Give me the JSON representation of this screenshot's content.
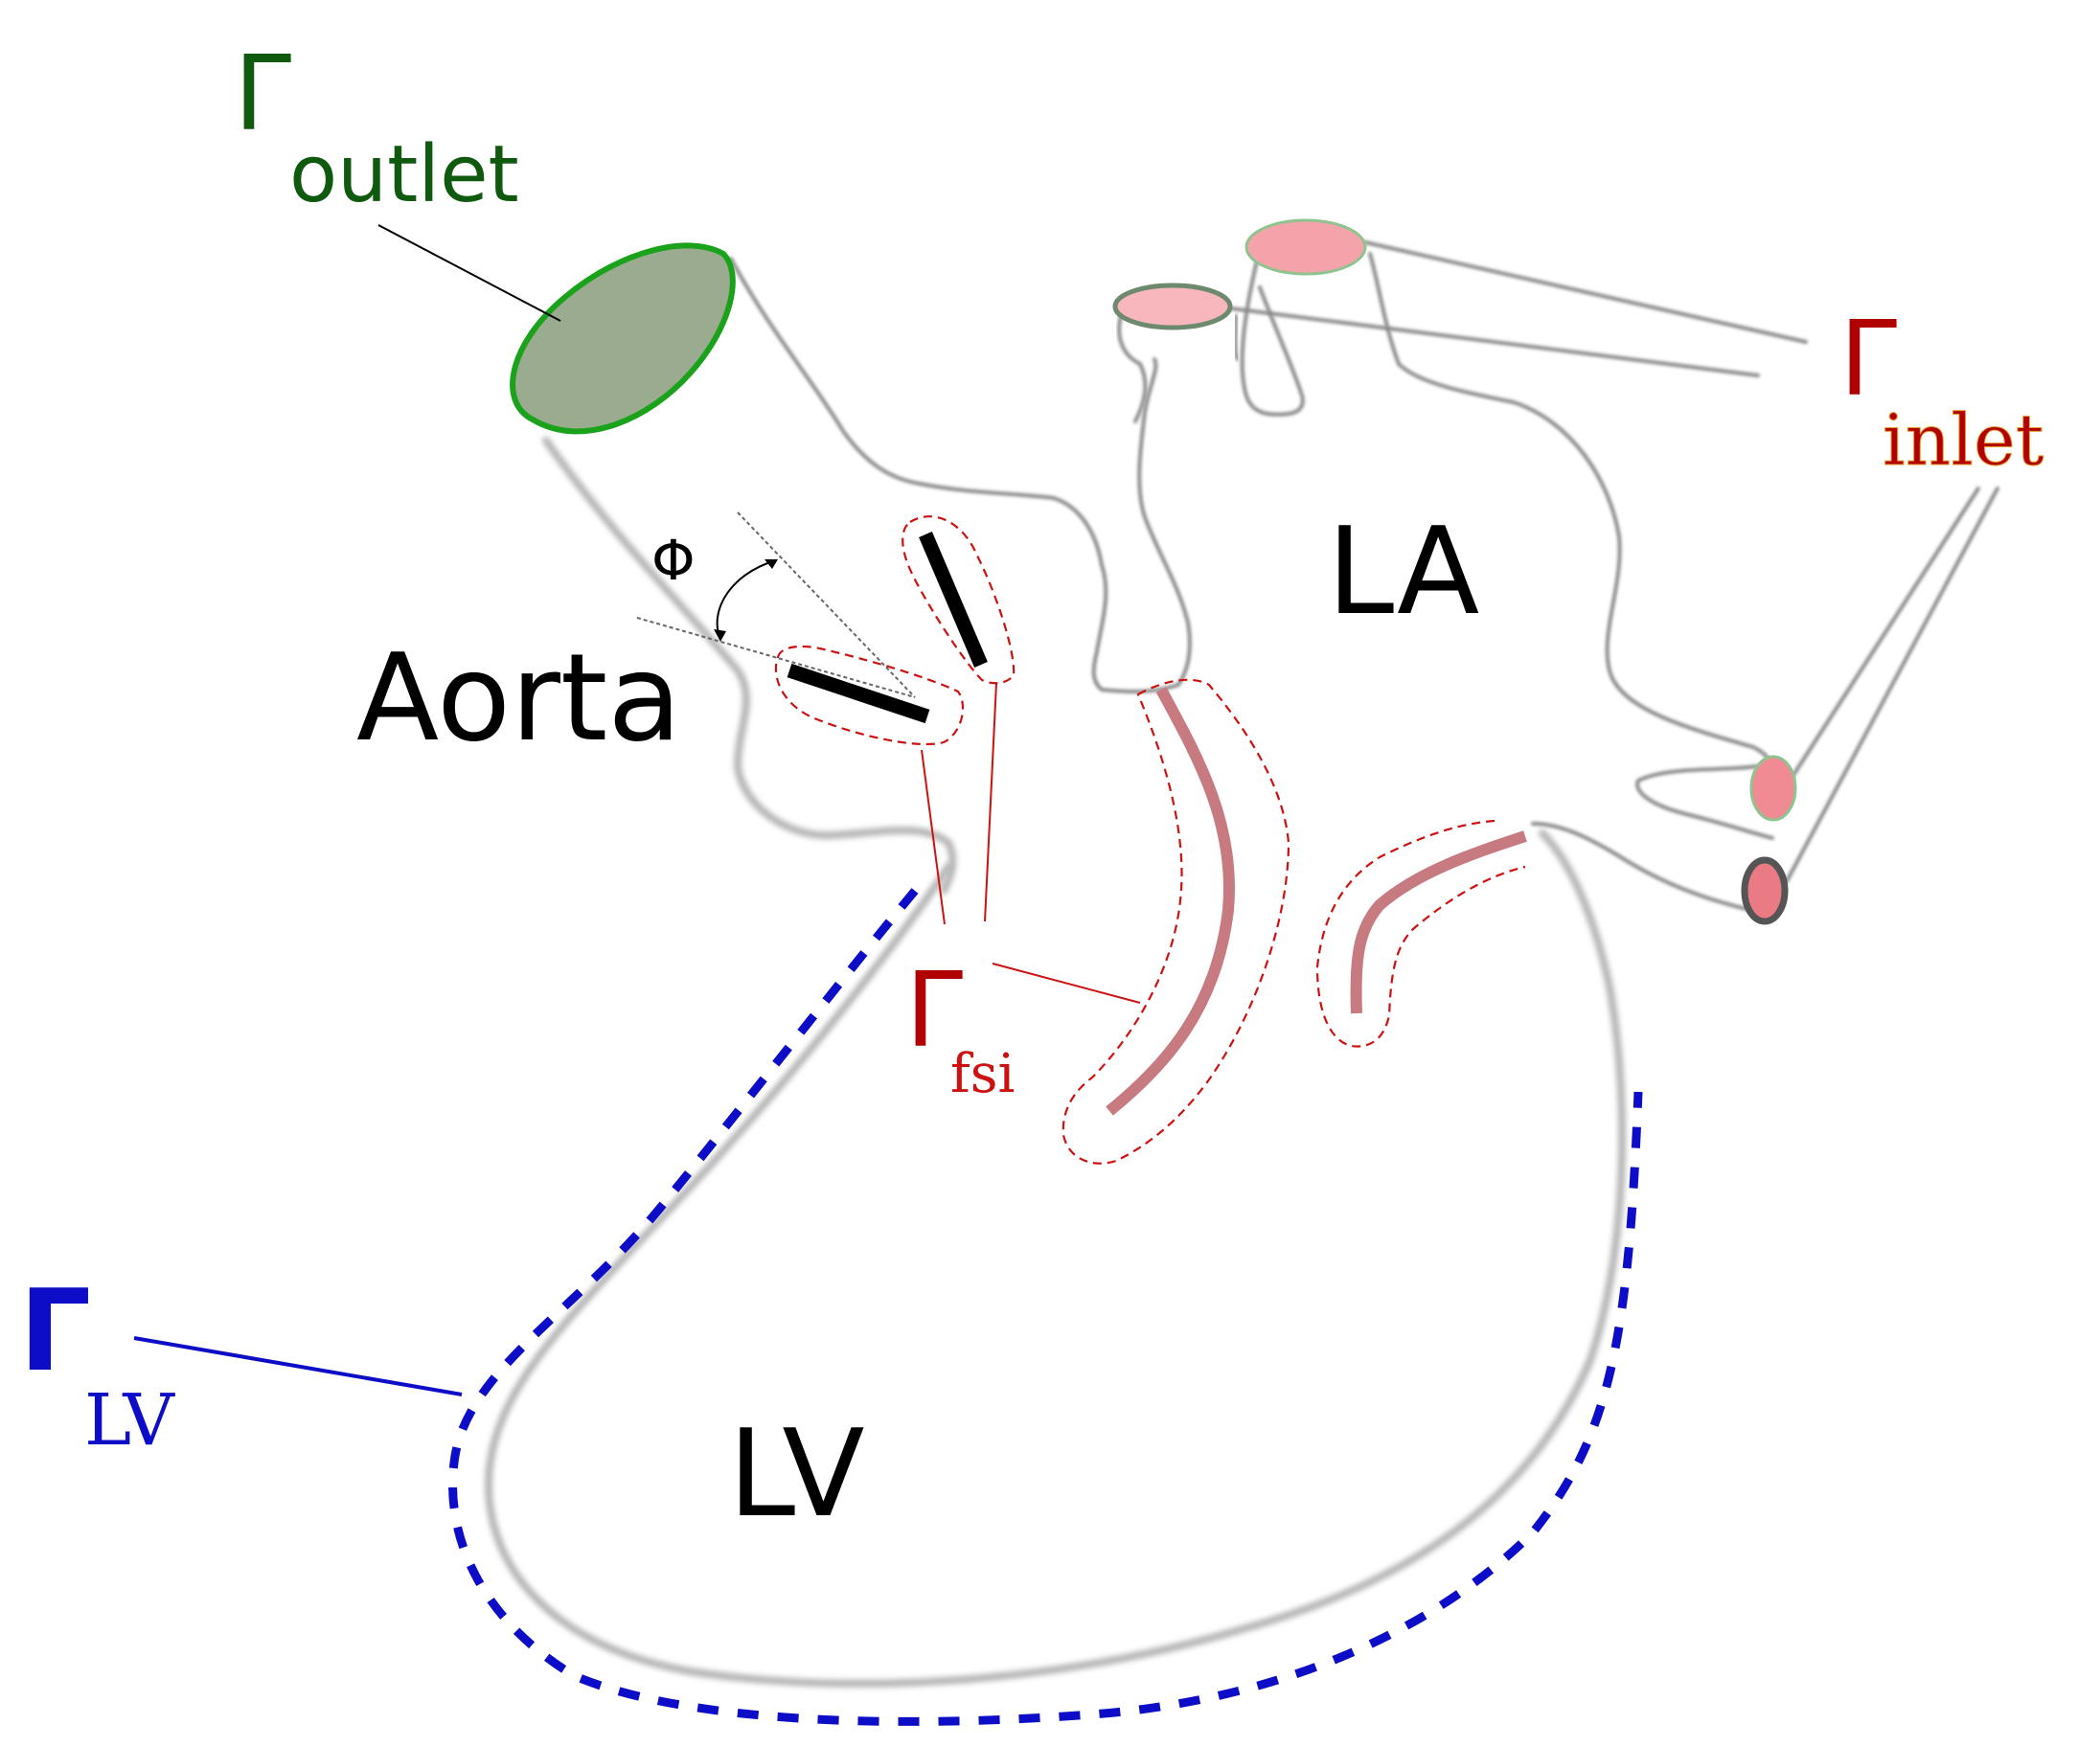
{
  "labels": {
    "gamma_symbol": "Γ",
    "outlet_sub": "outlet",
    "inlet_sub": "inlet",
    "fsi_sub": "fsi",
    "lv_sub": "LV",
    "aorta": "Aorta",
    "la": "LA",
    "lv": "LV",
    "phi": "Φ"
  },
  "colors": {
    "outlet": "#0f5a0f",
    "outlet_stroke": "#1aa31a",
    "outlet_fill": "#9aab8f",
    "inlet": "#b00000",
    "inlet_disc": "#f4a3aa",
    "fsi": "#cc1111",
    "fsi_band": "#c77a7f",
    "lv_boundary": "#0d0dc8",
    "leaflet": "#000000",
    "text": "#000000"
  }
}
